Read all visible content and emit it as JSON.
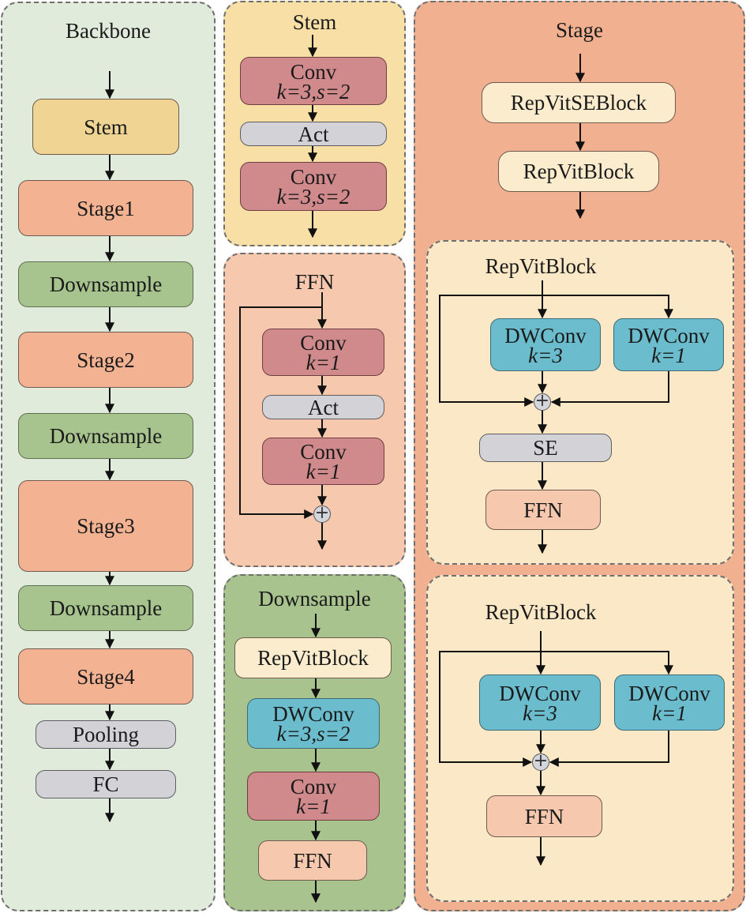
{
  "backbone": {
    "title": "Backbone",
    "blocks": [
      "Stem",
      "Stage1",
      "Downsample",
      "Stage2",
      "Downsample",
      "Stage3",
      "Downsample",
      "Stage4",
      "Pooling",
      "FC"
    ]
  },
  "stem": {
    "title": "Stem",
    "conv1": {
      "label": "Conv",
      "params": "k=3,s=2"
    },
    "act": "Act",
    "conv2": {
      "label": "Conv",
      "params": "k=3,s=2"
    }
  },
  "ffn": {
    "title": "FFN",
    "conv1": {
      "label": "Conv",
      "params": "k=1"
    },
    "act": "Act",
    "conv2": {
      "label": "Conv",
      "params": "k=1"
    },
    "add_symbol": "+"
  },
  "downsample": {
    "title": "Downsample",
    "repvit": "RepVitBlock",
    "dwconv": {
      "label": "DWConv",
      "params": "k=3,s=2"
    },
    "conv": {
      "label": "Conv",
      "params": "k=1"
    },
    "ffn": "FFN"
  },
  "stage": {
    "title": "Stage",
    "se_block": "RepVitSEBlock",
    "block": "RepVitBlock",
    "se_detail": {
      "title": "RepVitBlock",
      "dw3": {
        "label": "DWConv",
        "params": "k=3"
      },
      "dw1": {
        "label": "DWConv",
        "params": "k=1"
      },
      "add_symbol": "+",
      "se": "SE",
      "ffn": "FFN"
    },
    "plain_detail": {
      "title": "RepVitBlock",
      "dw3": {
        "label": "DWConv",
        "params": "k=3"
      },
      "dw1": {
        "label": "DWConv",
        "params": "k=1"
      },
      "add_symbol": "+",
      "ffn": "FFN"
    }
  }
}
